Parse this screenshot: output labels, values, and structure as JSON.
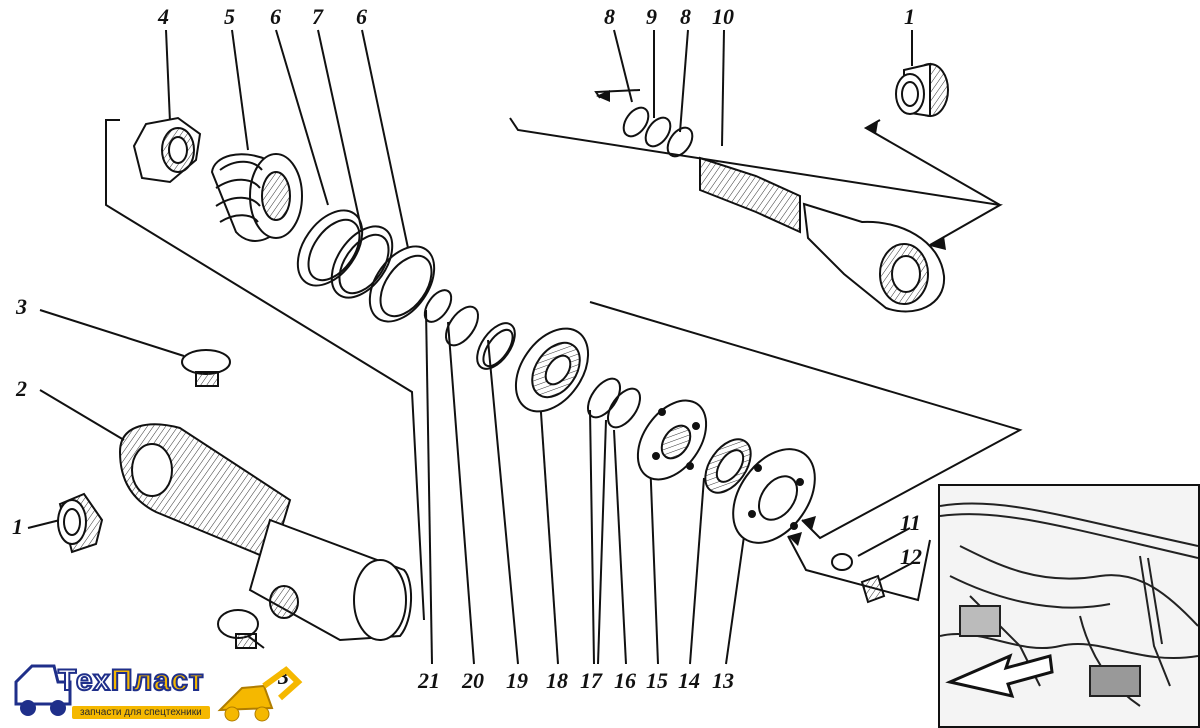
{
  "labels_top": [
    "4",
    "5",
    "6",
    "7",
    "6",
    "8",
    "9",
    "8",
    "10",
    "1"
  ],
  "labels_left": [
    "3",
    "2",
    "1",
    "3"
  ],
  "labels_bottom": [
    "21",
    "20",
    "19",
    "18",
    "17",
    "16",
    "15",
    "14",
    "13"
  ],
  "labels_right": [
    "11",
    "12"
  ],
  "logo": {
    "brand_main": "Тех",
    "brand_accent": "Пласт",
    "tagline": "запчасти для спецтехники"
  },
  "colors": {
    "ink": "#111111",
    "logo_blue": "#1f2f8a",
    "logo_yellow": "#f5b800"
  }
}
